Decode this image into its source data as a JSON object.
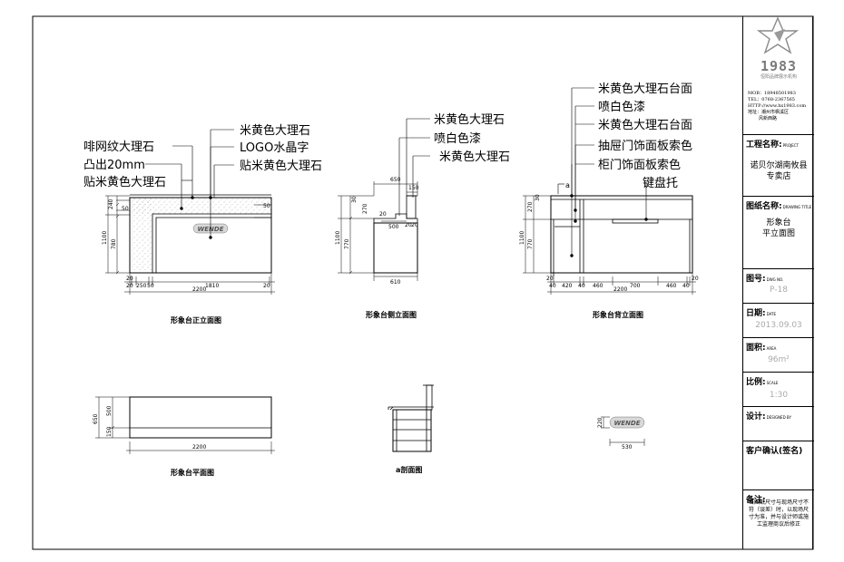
{
  "views": {
    "front": {
      "title": "形象台正立面图",
      "labels": [
        "啡网纹大理石",
        "凸出20mm",
        "贴米黄色大理石",
        "米黄色大理石",
        "LOGO水晶字",
        "贴米黄色大理石"
      ],
      "dims_top": [
        "240",
        "50",
        "50"
      ],
      "dims_left": [
        "1100",
        "780"
      ],
      "dims_bottom": [
        "20",
        "20",
        "250",
        "50",
        "1810",
        "20"
      ],
      "dim_total": "2200"
    },
    "side": {
      "title": "形象台侧立面图",
      "labels": [
        "米黄色大理石",
        "喷白色漆",
        "米黄色大理石"
      ],
      "dims_top": [
        "650",
        "150",
        "30",
        "270"
      ],
      "dims_mid": [
        "20",
        "500",
        "20",
        "20"
      ],
      "dims_left": [
        "1100",
        "770"
      ],
      "dim_bottom": "610"
    },
    "back": {
      "title": "形象台背立面图",
      "labels": [
        "米黄色大理石台面",
        "喷白色漆",
        "米黄色大理石台面",
        "抽屉门饰面板索色",
        "柜门饰面板索色",
        "键盘托"
      ],
      "section_mark": "a",
      "dims_left": [
        "30",
        "270",
        "1100",
        "770"
      ],
      "dims_bottom": [
        "20",
        "40",
        "420",
        "40",
        "460",
        "700",
        "460",
        "40",
        "20"
      ],
      "dim_total": "2200"
    },
    "plan": {
      "title": "形象台平面图",
      "dims_left": [
        "650",
        "500",
        "150"
      ],
      "dim_bottom": "2200"
    },
    "section": {
      "title": "a剖面图"
    },
    "logo_detail": {
      "dims": [
        "220",
        "530"
      ]
    },
    "logo_mark_text": "WENDE"
  },
  "title_block": {
    "logo_number": "1983",
    "logo_subtitle": "恒阳品牌展示机构",
    "contact": [
      "MOB：18948501983",
      "TEL：0768-2367565",
      "HTTP://www.hx1983.com",
      "地址：潮州市枫溪区",
      "风新西路"
    ],
    "project_label": "工程名称",
    "project_label_en": "PROJECT",
    "project_name": [
      "诺贝尔湖南攸县",
      "专卖店"
    ],
    "drawing_label": "图纸名称",
    "drawing_label_en": "DRAWING TITLE",
    "drawing_name": [
      "形象台",
      "平立面图"
    ],
    "number_label": "图号",
    "number_label_en": "DWG NO.",
    "number": "P-18",
    "date_label": "日期",
    "date_label_en": "DATE",
    "date": "2013.09.03",
    "area_label": "面积",
    "area_label_en": "AREA",
    "area": "96m²",
    "scale_label": "比例",
    "scale_label_en": "SCALE",
    "scale": "1:30",
    "designer_label": "设计",
    "designer_label_en": "DESIGNED BY",
    "client_label": "客户确认(签名)",
    "note_label": "备注:",
    "note": "当图纸尺寸与现场尺寸不符（误差）时，以现场尺寸为准，并与设计师或施工监理商议后修正"
  }
}
